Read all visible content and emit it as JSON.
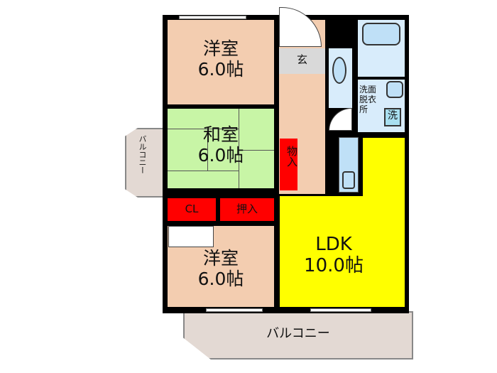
{
  "floor_plan": {
    "rooms": {
      "western_room_top": {
        "name": "洋室",
        "size": "6.0帖",
        "color": "#f3cdb0"
      },
      "japanese_room": {
        "name": "和室",
        "size": "6.0帖",
        "color": "#c8f5a6"
      },
      "western_room_bottom": {
        "name": "洋室",
        "size": "6.0帖",
        "color": "#f3cdb0"
      },
      "ldk": {
        "name": "LDK",
        "size": "10.0帖",
        "color": "#ffff00"
      },
      "entrance": {
        "name": "玄",
        "color": "#d9d9d9"
      },
      "storage": {
        "name": "物入"
      },
      "closet": {
        "name": "CL"
      },
      "oshiire": {
        "name": "押入"
      },
      "washroom": {
        "line1": "洗面",
        "line2": "脱衣",
        "line3": "所",
        "washer": "洗"
      },
      "balcony_side": {
        "name": "バルコニー"
      },
      "balcony_bottom": {
        "name": "バルコニー"
      }
    },
    "colors": {
      "wall": "#000000",
      "storage": "#ff0000",
      "balcony": "#e3d9d3",
      "wet_area": "#d8ecfb"
    }
  }
}
